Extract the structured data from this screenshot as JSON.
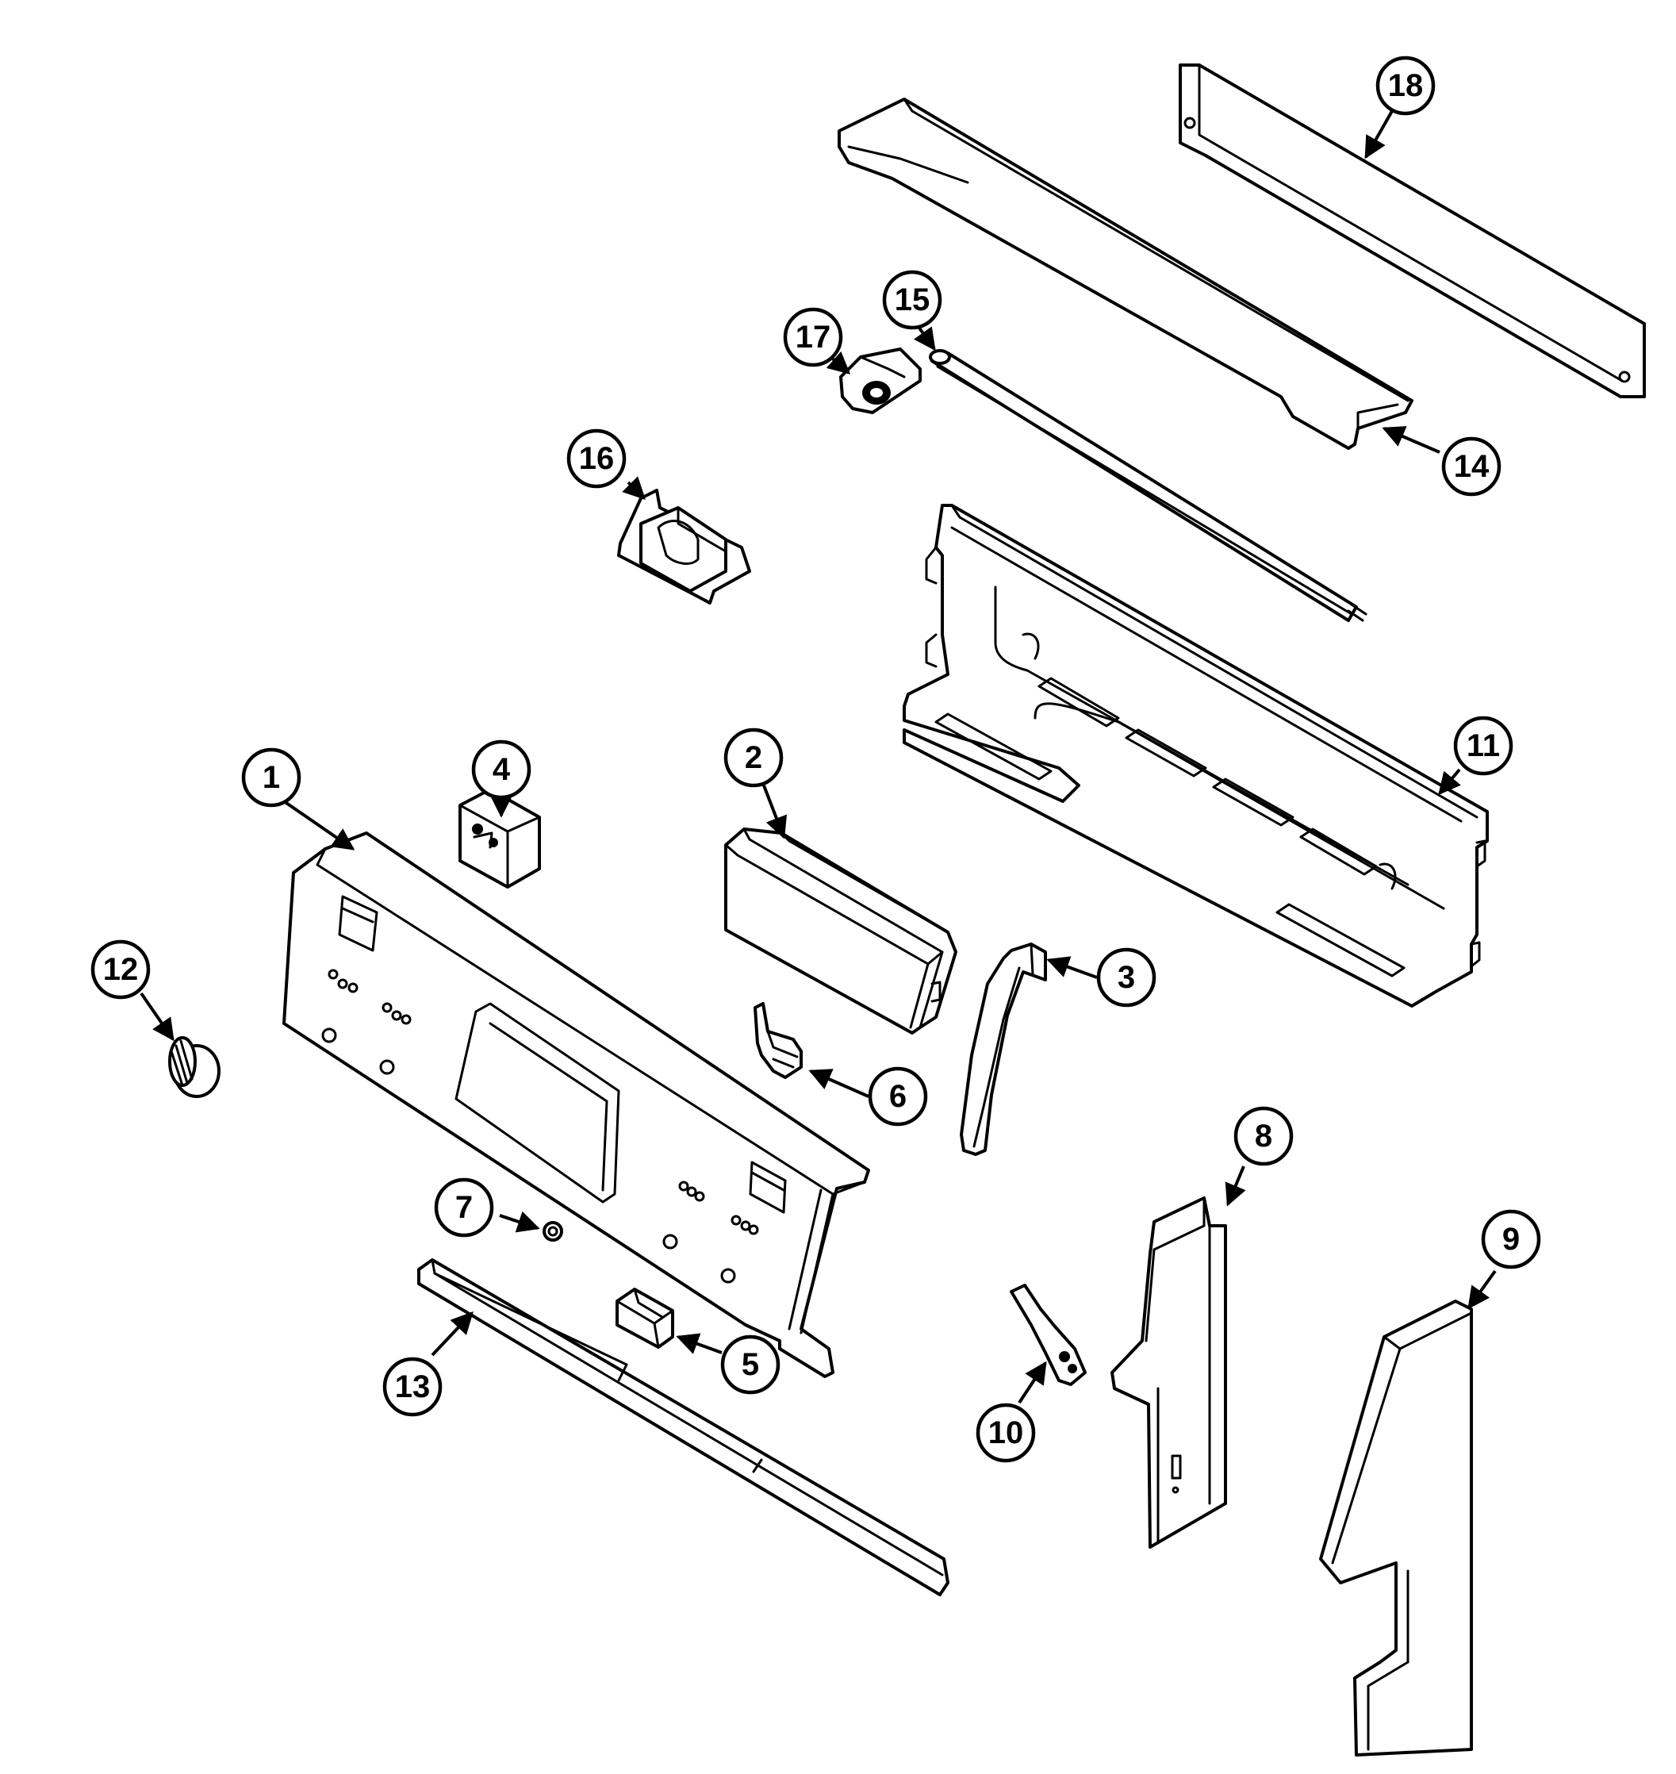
{
  "diagram": {
    "type": "exploded parts diagram",
    "line_color": "#000000",
    "background": "#ffffff"
  },
  "callouts": [
    {
      "id": "1",
      "label": "1"
    },
    {
      "id": "2",
      "label": "2"
    },
    {
      "id": "3",
      "label": "3"
    },
    {
      "id": "4",
      "label": "4"
    },
    {
      "id": "5",
      "label": "5"
    },
    {
      "id": "6",
      "label": "6"
    },
    {
      "id": "7",
      "label": "7"
    },
    {
      "id": "8",
      "label": "8"
    },
    {
      "id": "9",
      "label": "9"
    },
    {
      "id": "10",
      "label": "10"
    },
    {
      "id": "11",
      "label": "11"
    },
    {
      "id": "12",
      "label": "12"
    },
    {
      "id": "13",
      "label": "13"
    },
    {
      "id": "14",
      "label": "14"
    },
    {
      "id": "15",
      "label": "15"
    },
    {
      "id": "16",
      "label": "16"
    },
    {
      "id": "17",
      "label": "17"
    },
    {
      "id": "18",
      "label": "18"
    }
  ]
}
